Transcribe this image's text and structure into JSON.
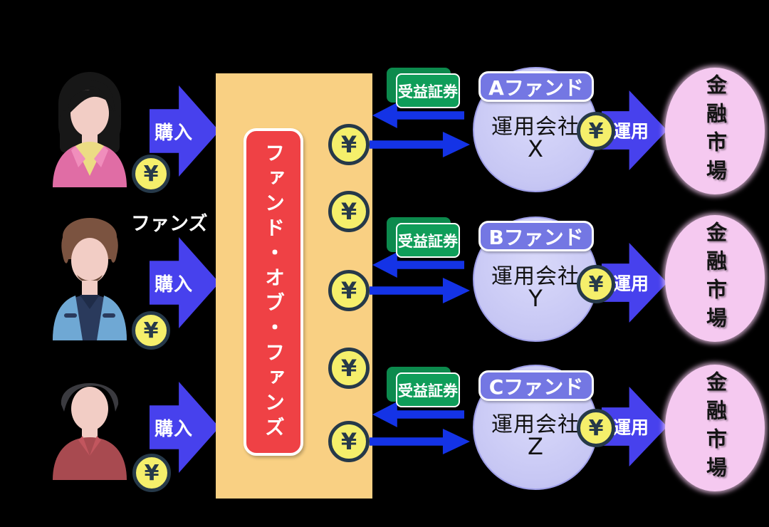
{
  "labels": {
    "investors_group": "ファンズ",
    "purchase": "購入",
    "yen": "¥",
    "fof": "ファンド・オブ・ファンズ",
    "certificate": "受益証券",
    "operate": "運用",
    "financial_market": "金融市場"
  },
  "funds": [
    {
      "name": "Aファンド",
      "company": "運用会社",
      "company_letter": "X"
    },
    {
      "name": "Bファンド",
      "company": "運用会社",
      "company_letter": "Y"
    },
    {
      "name": "Cファンド",
      "company": "運用会社",
      "company_letter": "Z"
    }
  ],
  "colors": {
    "background": "#000000",
    "fof_panel": "#f9d083",
    "fof_box": "#ef4145",
    "arrow_blue": "#1433e6",
    "big_arrow_blue": "#4741ed",
    "coin_fill": "#f5ef6b",
    "coin_border": "#263949",
    "certificate_green": "#0f9d59",
    "certificate_green_dark": "#0c8a4d",
    "fund_circle": "#c7c7f4",
    "fund_badge": "#7477e3",
    "market_pink": "#f5c9f0"
  }
}
